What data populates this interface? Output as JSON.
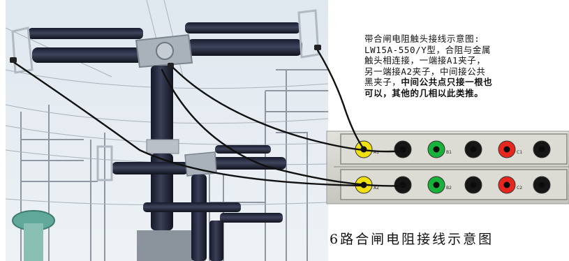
{
  "note": {
    "lines": [
      "带合闸电阻触头接线示意图:",
      "LW15A-550/Y型，合阻与金属",
      "触头相连接，一端接A1夹子，",
      "另一端接A2夹子，中间接公共",
      "黑夹子，"
    ],
    "bold_lines": [
      "中间公共点只接一根也",
      "可以，其他的几相以此类推。"
    ]
  },
  "caption": "6路合闸电阻接线示意图",
  "panel": {
    "rows": [
      {
        "jacks": [
          {
            "color": "#f0e010",
            "label": "A1"
          },
          {
            "color": "#161616"
          },
          {
            "color": "#18b23a",
            "label": "B1"
          },
          {
            "color": "#161616"
          },
          {
            "color": "#e8261e",
            "label": "C1"
          },
          {
            "color": "#161616"
          }
        ]
      },
      {
        "jacks": [
          {
            "color": "#f0e010",
            "label": "A2"
          },
          {
            "color": "#161616"
          },
          {
            "color": "#18b23a",
            "label": "B2"
          },
          {
            "color": "#161616"
          },
          {
            "color": "#e8261e",
            "label": "C2"
          },
          {
            "color": "#161616"
          }
        ]
      }
    ]
  },
  "colors": {
    "sky": "#e4ebf2",
    "insulator": "#262a3a",
    "steel": "#9aa3ad",
    "wire": "#111111",
    "panel": "#d6d6d0"
  }
}
